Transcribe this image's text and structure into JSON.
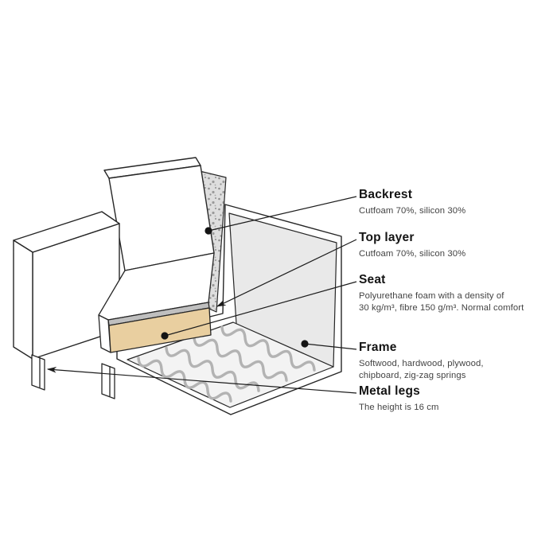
{
  "page": {
    "background": "#ffffff"
  },
  "diagram": {
    "name": "Sofa cutaway construction diagram",
    "labels": {
      "backrest": {
        "title": "Backrest",
        "lines": [
          "Cutfoam 70%, silicon 30%",
          ""
        ]
      },
      "top_layer": {
        "title": "Top layer",
        "lines": [
          "Cutfoam 70%, silicon 30%",
          ""
        ]
      },
      "seat": {
        "title": "Seat",
        "lines": [
          "Polyurethane foam with a density of",
          "30 kg/m³, fibre 150 g/m³. Normal comfort"
        ]
      },
      "frame": {
        "title": "Frame",
        "lines": [
          "Softwood, hardwood, plywood,",
          "chipboard, zig-zag springs"
        ]
      },
      "metal_legs": {
        "title": "Metal legs",
        "lines": [
          "The height is 16 cm",
          ""
        ]
      }
    },
    "colors": {
      "ink": "#262626",
      "foam_tan": "#e9cfa0",
      "top_layer_gray": "#bfbfbf",
      "panel_gray": "#e9e9e9",
      "platform_gray": "#f3f3f3",
      "springs_gray": "#b3b3b3",
      "speckle_bg": "#dedede",
      "speckle_dot": "#8f8f8f",
      "callout_dot": "#141414",
      "title_text": "#141414",
      "desc_text": "#434343"
    }
  }
}
